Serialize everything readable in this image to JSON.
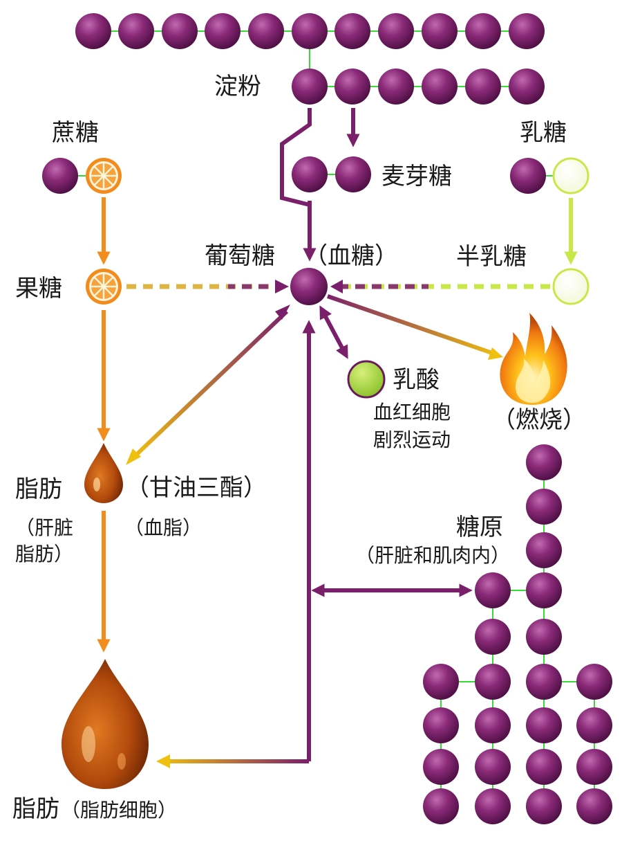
{
  "labels": {
    "starch": "淀粉",
    "sucrose": "蔗糖",
    "maltose": "麦芽糖",
    "lactose": "乳糖",
    "glucose": "葡萄糖",
    "blood_sugar": "（血糖）",
    "galactose": "半乳糖",
    "fructose": "果糖",
    "lactic_acid": "乳酸",
    "lactic_note_1": "血红细胞",
    "lactic_note_2": "剧烈运动",
    "burn": "（燃烧）",
    "fat": "脂肪",
    "triglyceride": "（甘油三酯）",
    "liver_fat_1": "（肝脏",
    "liver_fat_2": "脂肪）",
    "blood_fat": "（血脂）",
    "glycogen": "糖原",
    "glycogen_note": "（肝脏和肌肉内）",
    "fat_cell_main": "脂肪",
    "fat_cell_note": "（脂肪细胞）"
  },
  "colors": {
    "glucose_purple": "#7a1f6a",
    "bond_green": "#33dd33",
    "fructose_orange": "#f28c1c",
    "galactose_lime": "#c8e84a",
    "lactic_green": "#a6d43a",
    "fat_amber": "#c0560e"
  },
  "icons": {
    "glucose_unit": "purple-sphere-icon",
    "fructose_unit": "orange-slice-icon",
    "galactose_unit": "pale-sphere-icon",
    "lactic_unit": "green-sphere-icon",
    "fat": "oil-drop-icon",
    "burn": "flame-icon"
  }
}
